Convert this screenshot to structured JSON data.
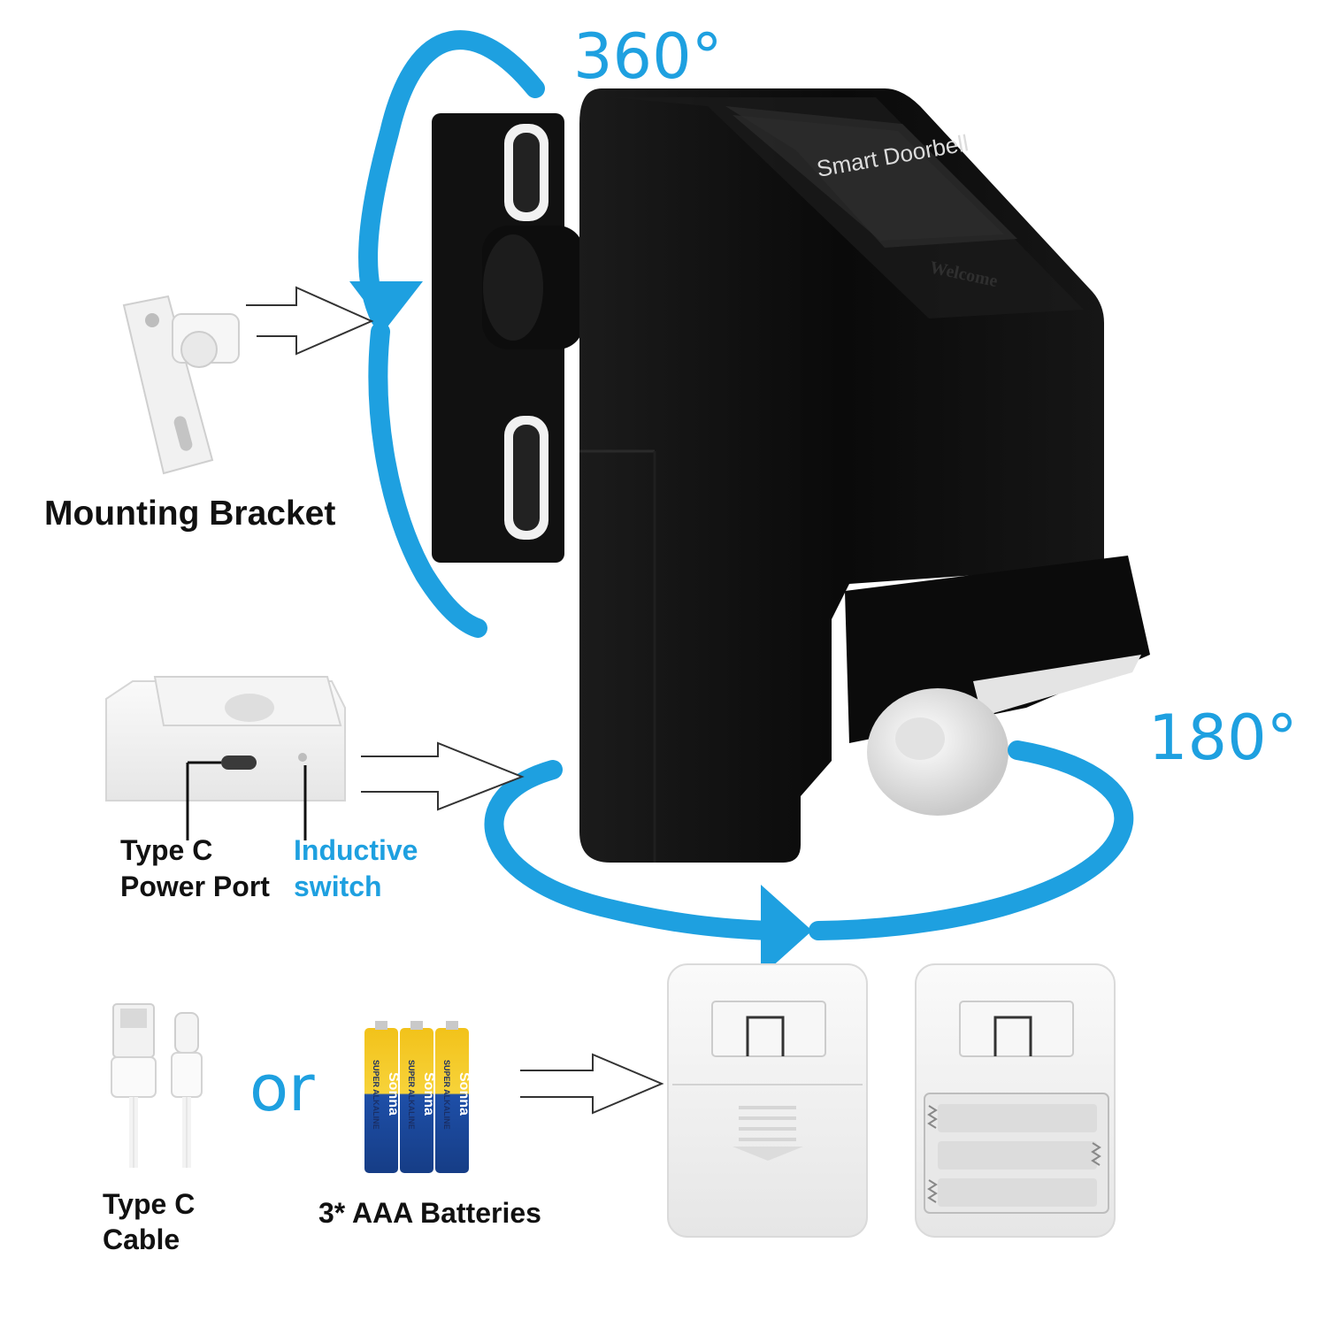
{
  "rotation": {
    "vertical_degrees": "360°",
    "horizontal_degrees": "180°",
    "accent_color": "#1ea0e0"
  },
  "device": {
    "front_label": "Smart Doorbell",
    "sub_label": "Welcome",
    "body_color": "#0c0c0c"
  },
  "labels": {
    "mounting_bracket": "Mounting Bracket",
    "type_c_port": [
      "Type C",
      "Power Port"
    ],
    "inductive_switch": [
      "Inductive",
      "switch"
    ],
    "type_c_cable": [
      "Type C",
      "Cable"
    ],
    "or": "or",
    "batteries": "3* AAA Batteries"
  },
  "battery_brand": "Sonna",
  "battery_type": "SUPER ALKALINE"
}
